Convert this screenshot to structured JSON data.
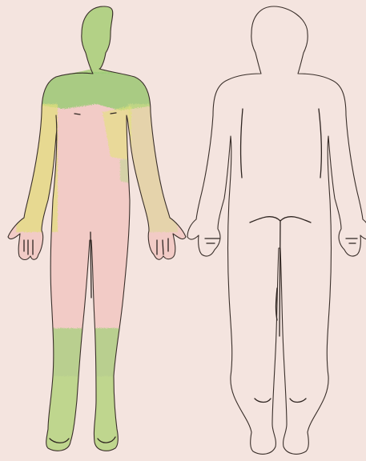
{
  "figure": {
    "views": [
      {
        "name": "front-view"
      },
      {
        "name": "back-view"
      }
    ],
    "colors": {
      "paper": "#f4e4df",
      "line": "#3a2f2a",
      "pink": "#f2b6b4",
      "green": "#9fcf7a",
      "yellow": "#e4e27a"
    },
    "front_shading": [
      {
        "zone": "head-neck",
        "color": "green"
      },
      {
        "zone": "shoulders-upper-chest",
        "color": "green"
      },
      {
        "zone": "upper-arms",
        "color": "yellow"
      },
      {
        "zone": "chest-left",
        "color": "yellow"
      },
      {
        "zone": "torso-and-thighs",
        "color": "pink"
      },
      {
        "zone": "lower-legs",
        "color": "green"
      }
    ]
  }
}
